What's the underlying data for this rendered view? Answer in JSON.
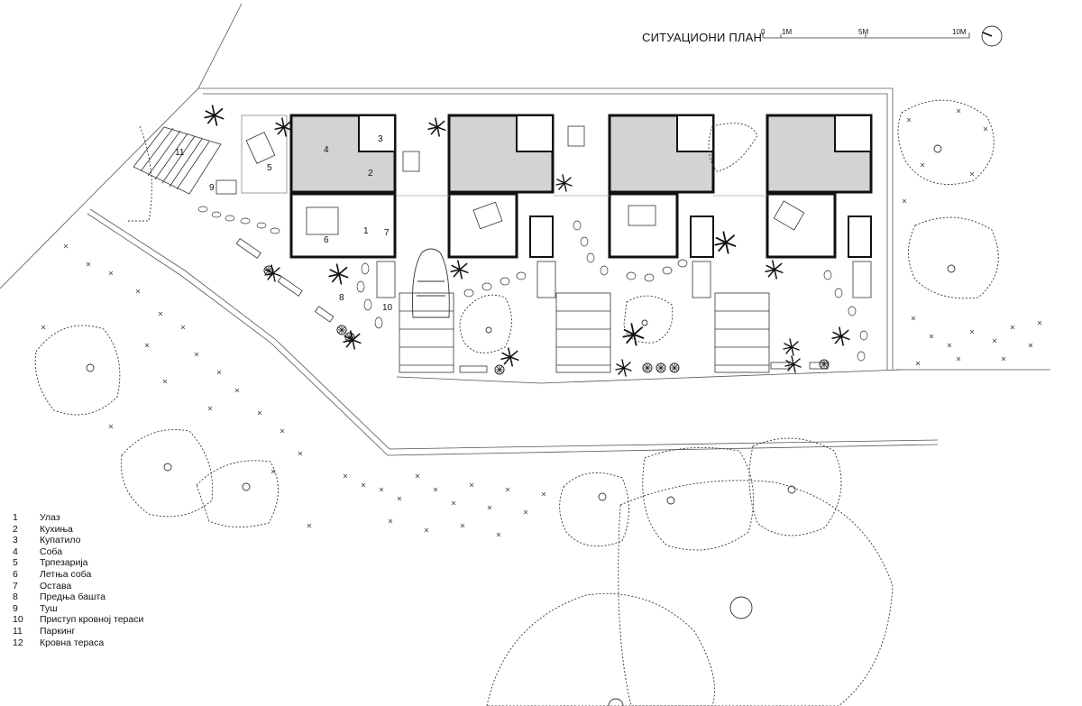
{
  "title": "СИТУАЦИОНИ ПЛАН",
  "scale": {
    "labels": [
      "0",
      "1M",
      "5M",
      "10M"
    ]
  },
  "legend": [
    {
      "num": "1",
      "label": "Улаз"
    },
    {
      "num": "2",
      "label": "Кухиња"
    },
    {
      "num": "3",
      "label": "Купатило"
    },
    {
      "num": "4",
      "label": "Соба"
    },
    {
      "num": "5",
      "label": "Трпезарија"
    },
    {
      "num": "6",
      "label": "Летња соба"
    },
    {
      "num": "7",
      "label": "Остава"
    },
    {
      "num": "8",
      "label": "Предња башта"
    },
    {
      "num": "9",
      "label": "Туш"
    },
    {
      "num": "10",
      "label": "Приступ кровној тераси"
    },
    {
      "num": "11",
      "label": "Паркинг"
    },
    {
      "num": "12",
      "label": "Кровна тераса"
    }
  ],
  "plan_labels": [
    "1",
    "2",
    "3",
    "4",
    "5",
    "6",
    "7",
    "8",
    "9",
    "10",
    "11"
  ],
  "colors": {
    "room_fill": "#d3d3d3",
    "wall": "#111111",
    "line": "#555555"
  },
  "icons": [
    "north-arrow-icon",
    "tree-icon",
    "palm-icon",
    "car-icon"
  ]
}
